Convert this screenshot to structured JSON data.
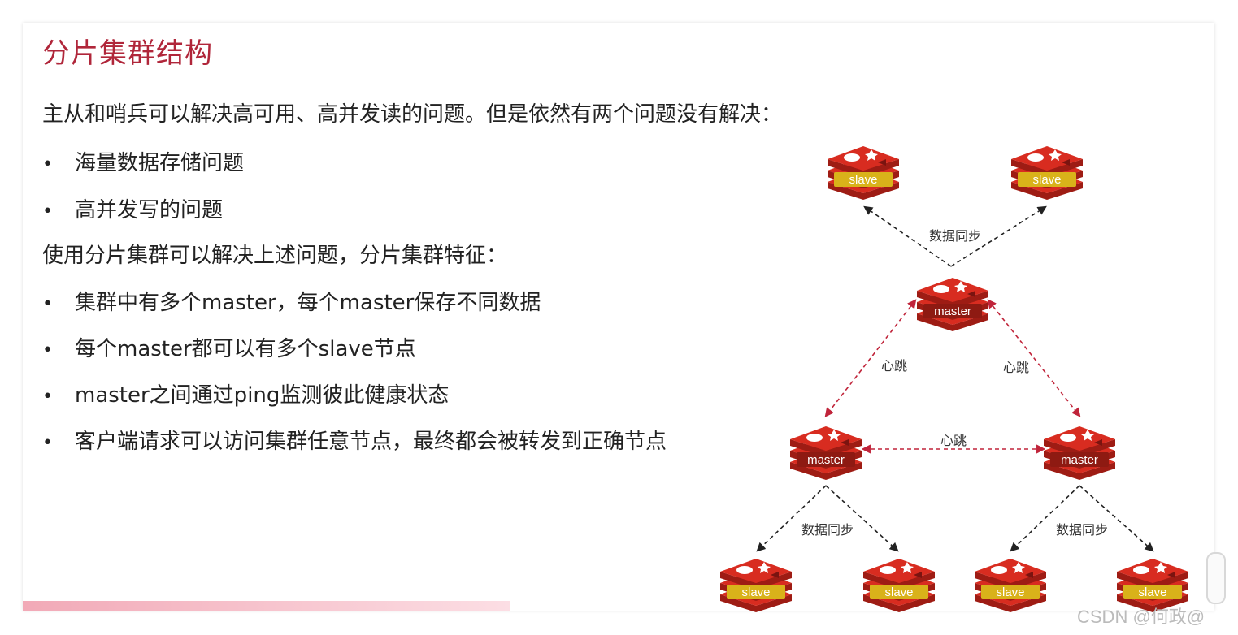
{
  "title": "分片集群结构",
  "intro": "主从和哨兵可以解决高可用、高并发读的问题。但是依然有两个问题没有解决：",
  "problems": [
    "海量数据存储问题",
    "高并发写的问题"
  ],
  "solution_heading": "使用分片集群可以解决上述问题，分片集群特征：",
  "features": [
    "集群中有多个master，每个master保存不同数据",
    "每个master都可以有多个slave节点",
    "master之间通过ping监测彼此健康状态",
    "客户端请求可以访问集群任意节点，最终都会被转发到正确节点"
  ],
  "bullet_symbol": "•",
  "diagram": {
    "nodes": {
      "top_slave_left": "slave",
      "top_slave_right": "slave",
      "master_top": "master",
      "master_left": "master",
      "master_right": "master",
      "bottom_slave_1": "slave",
      "bottom_slave_2": "slave",
      "bottom_slave_3": "slave",
      "bottom_slave_4": "slave"
    },
    "edge_labels": {
      "sync_top": "数据同步",
      "heartbeat_left": "心跳",
      "heartbeat_right": "心跳",
      "heartbeat_middle": "心跳",
      "sync_left": "数据同步",
      "sync_right": "数据同步"
    }
  },
  "watermark": "CSDN @何政@",
  "colors": {
    "title": "#b0263a",
    "redis_red": "#d82c20",
    "heartbeat_arrow": "#c0243a",
    "sync_arrow": "#222222",
    "slave_band": "#d9b21a"
  },
  "icons": {
    "node": "redis-logo-icon"
  }
}
